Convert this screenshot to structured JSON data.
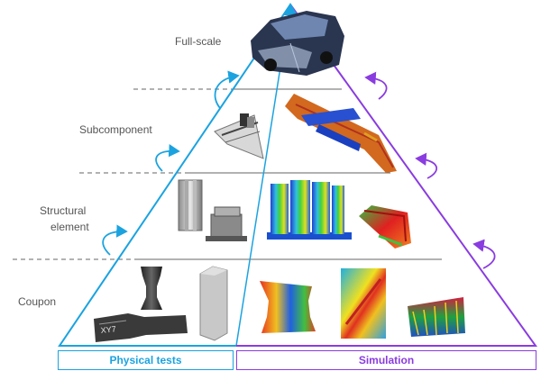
{
  "levels": {
    "full_scale": "Full-scale",
    "subcomponent": "Subcomponent",
    "structural_line1": "Structural",
    "structural_line2": "element",
    "coupon": "Coupon"
  },
  "columns": {
    "physical": "Physical tests",
    "simulation": "Simulation"
  },
  "coupon_specimen_text": "XY7",
  "colors": {
    "physical": "#1ba3e0",
    "simulation": "#8a3ce0",
    "level_line": "#666666",
    "label_text": "#555555"
  }
}
